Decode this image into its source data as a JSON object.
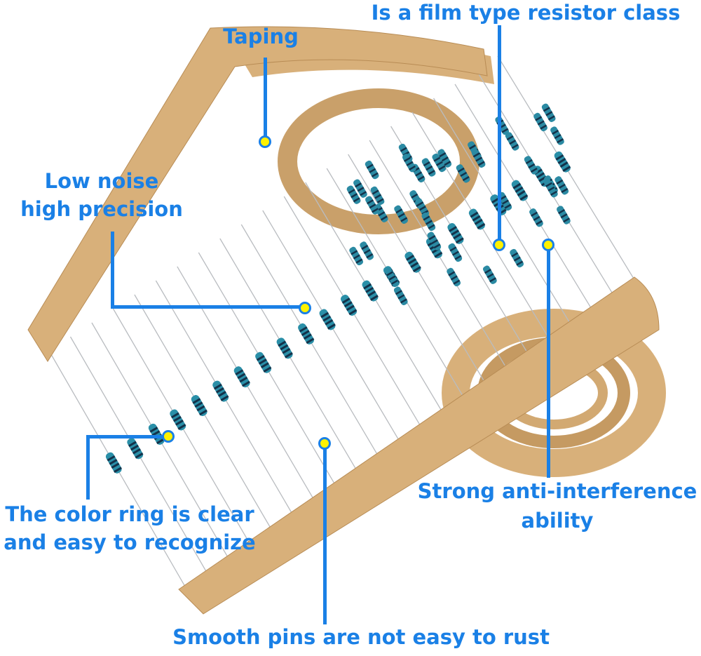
{
  "colors": {
    "label": "#1a80e6",
    "dot": "#fff200",
    "tape": "#d8b07a",
    "resistor_body": "#2a8fa8"
  },
  "callouts": {
    "taping": "Taping",
    "film_type": "Is a film type resistor class",
    "low_noise_1": "Low noise",
    "low_noise_2": "high precision",
    "color_ring_1": "The color ring is clear",
    "color_ring_2": "and easy to recognize",
    "smooth_pins": "Smooth pins are not easy to rust",
    "anti_interference_1": "Strong anti-interference",
    "anti_interference_2": "ability"
  }
}
